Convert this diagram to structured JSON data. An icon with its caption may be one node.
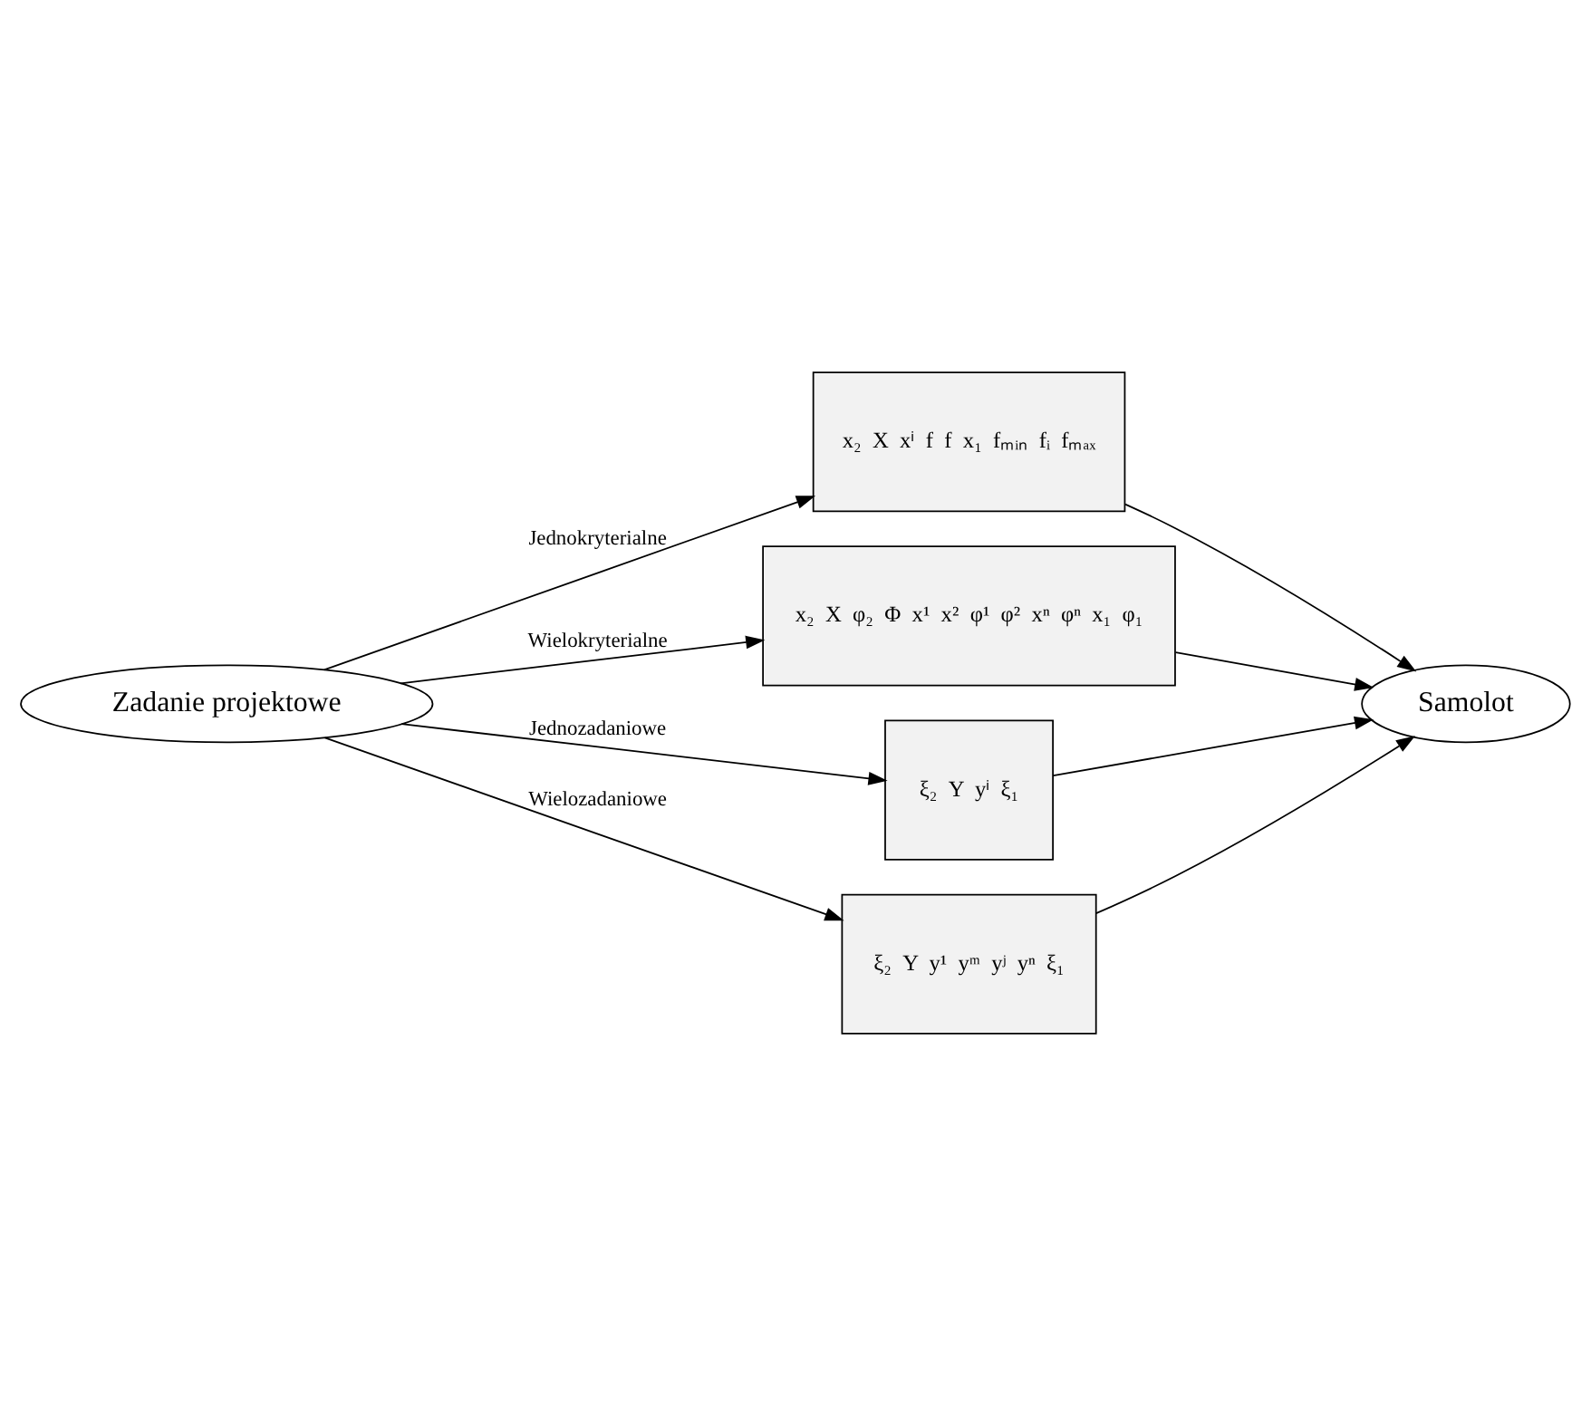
{
  "diagram": {
    "nodes": [
      {
        "text": [
          "Zadanie projektowe"
        ]
      },
      {
        "text": [
          "x₂",
          "X",
          "xⁱ",
          "f",
          "f",
          "x₁",
          "fₘᵢₙ",
          "fᵢ",
          "fₘₐₓ"
        ]
      },
      {
        "text": [
          "x₂",
          "X",
          "φ₂",
          "Φ",
          "x¹",
          "x²",
          "φ¹",
          "φ²",
          "xⁿ",
          "φⁿ",
          "x₁",
          "φ₁"
        ]
      },
      {
        "text": [
          "ξ₂",
          "Y",
          "yⁱ",
          "ξ₁"
        ]
      },
      {
        "text": [
          "ξ₂",
          "Y",
          "y¹",
          "yᵐ",
          "yʲ",
          "yⁿ",
          "ξ₁"
        ]
      },
      {
        "text": [
          "Samolot"
        ]
      }
    ],
    "edges": [
      {
        "from": 0,
        "to": 1,
        "arrow": "to",
        "label": "Jednokryterialne"
      },
      {
        "from": 0,
        "to": 2,
        "arrow": "to",
        "label": "Wielokryterialne"
      },
      {
        "from": 0,
        "to": 3,
        "arrow": "to",
        "label": "Jednozadaniowe"
      },
      {
        "from": 0,
        "to": 4,
        "arrow": "to",
        "label": "Wielozadaniowe"
      },
      {
        "from": 1,
        "to": 5,
        "arrow": "to"
      },
      {
        "from": 2,
        "to": 5,
        "arrow": "to"
      },
      {
        "from": 3,
        "to": 5,
        "arrow": "to"
      },
      {
        "from": 4,
        "to": 5,
        "arrow": "to"
      }
    ]
  }
}
